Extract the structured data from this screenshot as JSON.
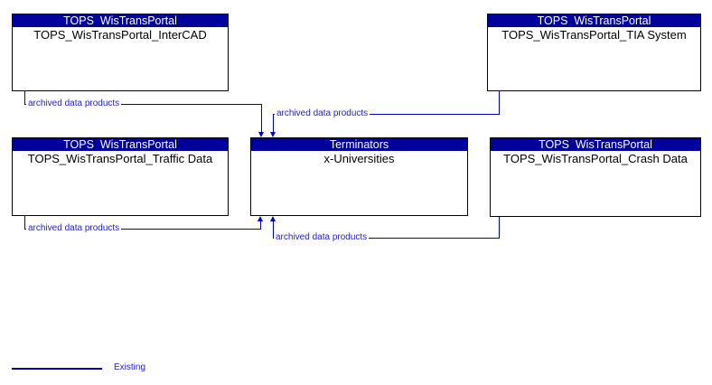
{
  "diagram": {
    "boxes": [
      {
        "header": "TOPS  WisTransPortal",
        "body": "TOPS_WisTransPortal_InterCAD"
      },
      {
        "header": "TOPS  WisTransPortal",
        "body": "TOPS_WisTransPortal_TIA System"
      },
      {
        "header": "TOPS  WisTransPortal",
        "body": "TOPS_WisTransPortal_Traffic Data"
      },
      {
        "header": "Terminators",
        "body": "x-Universities"
      },
      {
        "header": "TOPS  WisTransPortal",
        "body": "TOPS_WisTransPortal_Crash Data"
      }
    ],
    "connections": [
      {
        "from": "TOPS_WisTransPortal_InterCAD",
        "to": "x-Universities",
        "label": "archived data products"
      },
      {
        "from": "TOPS_WisTransPortal_TIA System",
        "to": "x-Universities",
        "label": "archived data products"
      },
      {
        "from": "TOPS_WisTransPortal_Traffic Data",
        "to": "x-Universities",
        "label": "archived data products"
      },
      {
        "from": "TOPS_WisTransPortal_Crash Data",
        "to": "x-Universities",
        "label": "archived data products"
      }
    ],
    "legend": {
      "label": "Existing"
    },
    "colors": {
      "header_bg": "#00009C",
      "header_text": "#FFFFFF",
      "body_text": "#000000",
      "box_border": "#000000",
      "connector_line": "#0000C8",
      "connector_label": "#2222CC",
      "legend_line": "#0000A0",
      "background": "#FFFFFF"
    }
  }
}
